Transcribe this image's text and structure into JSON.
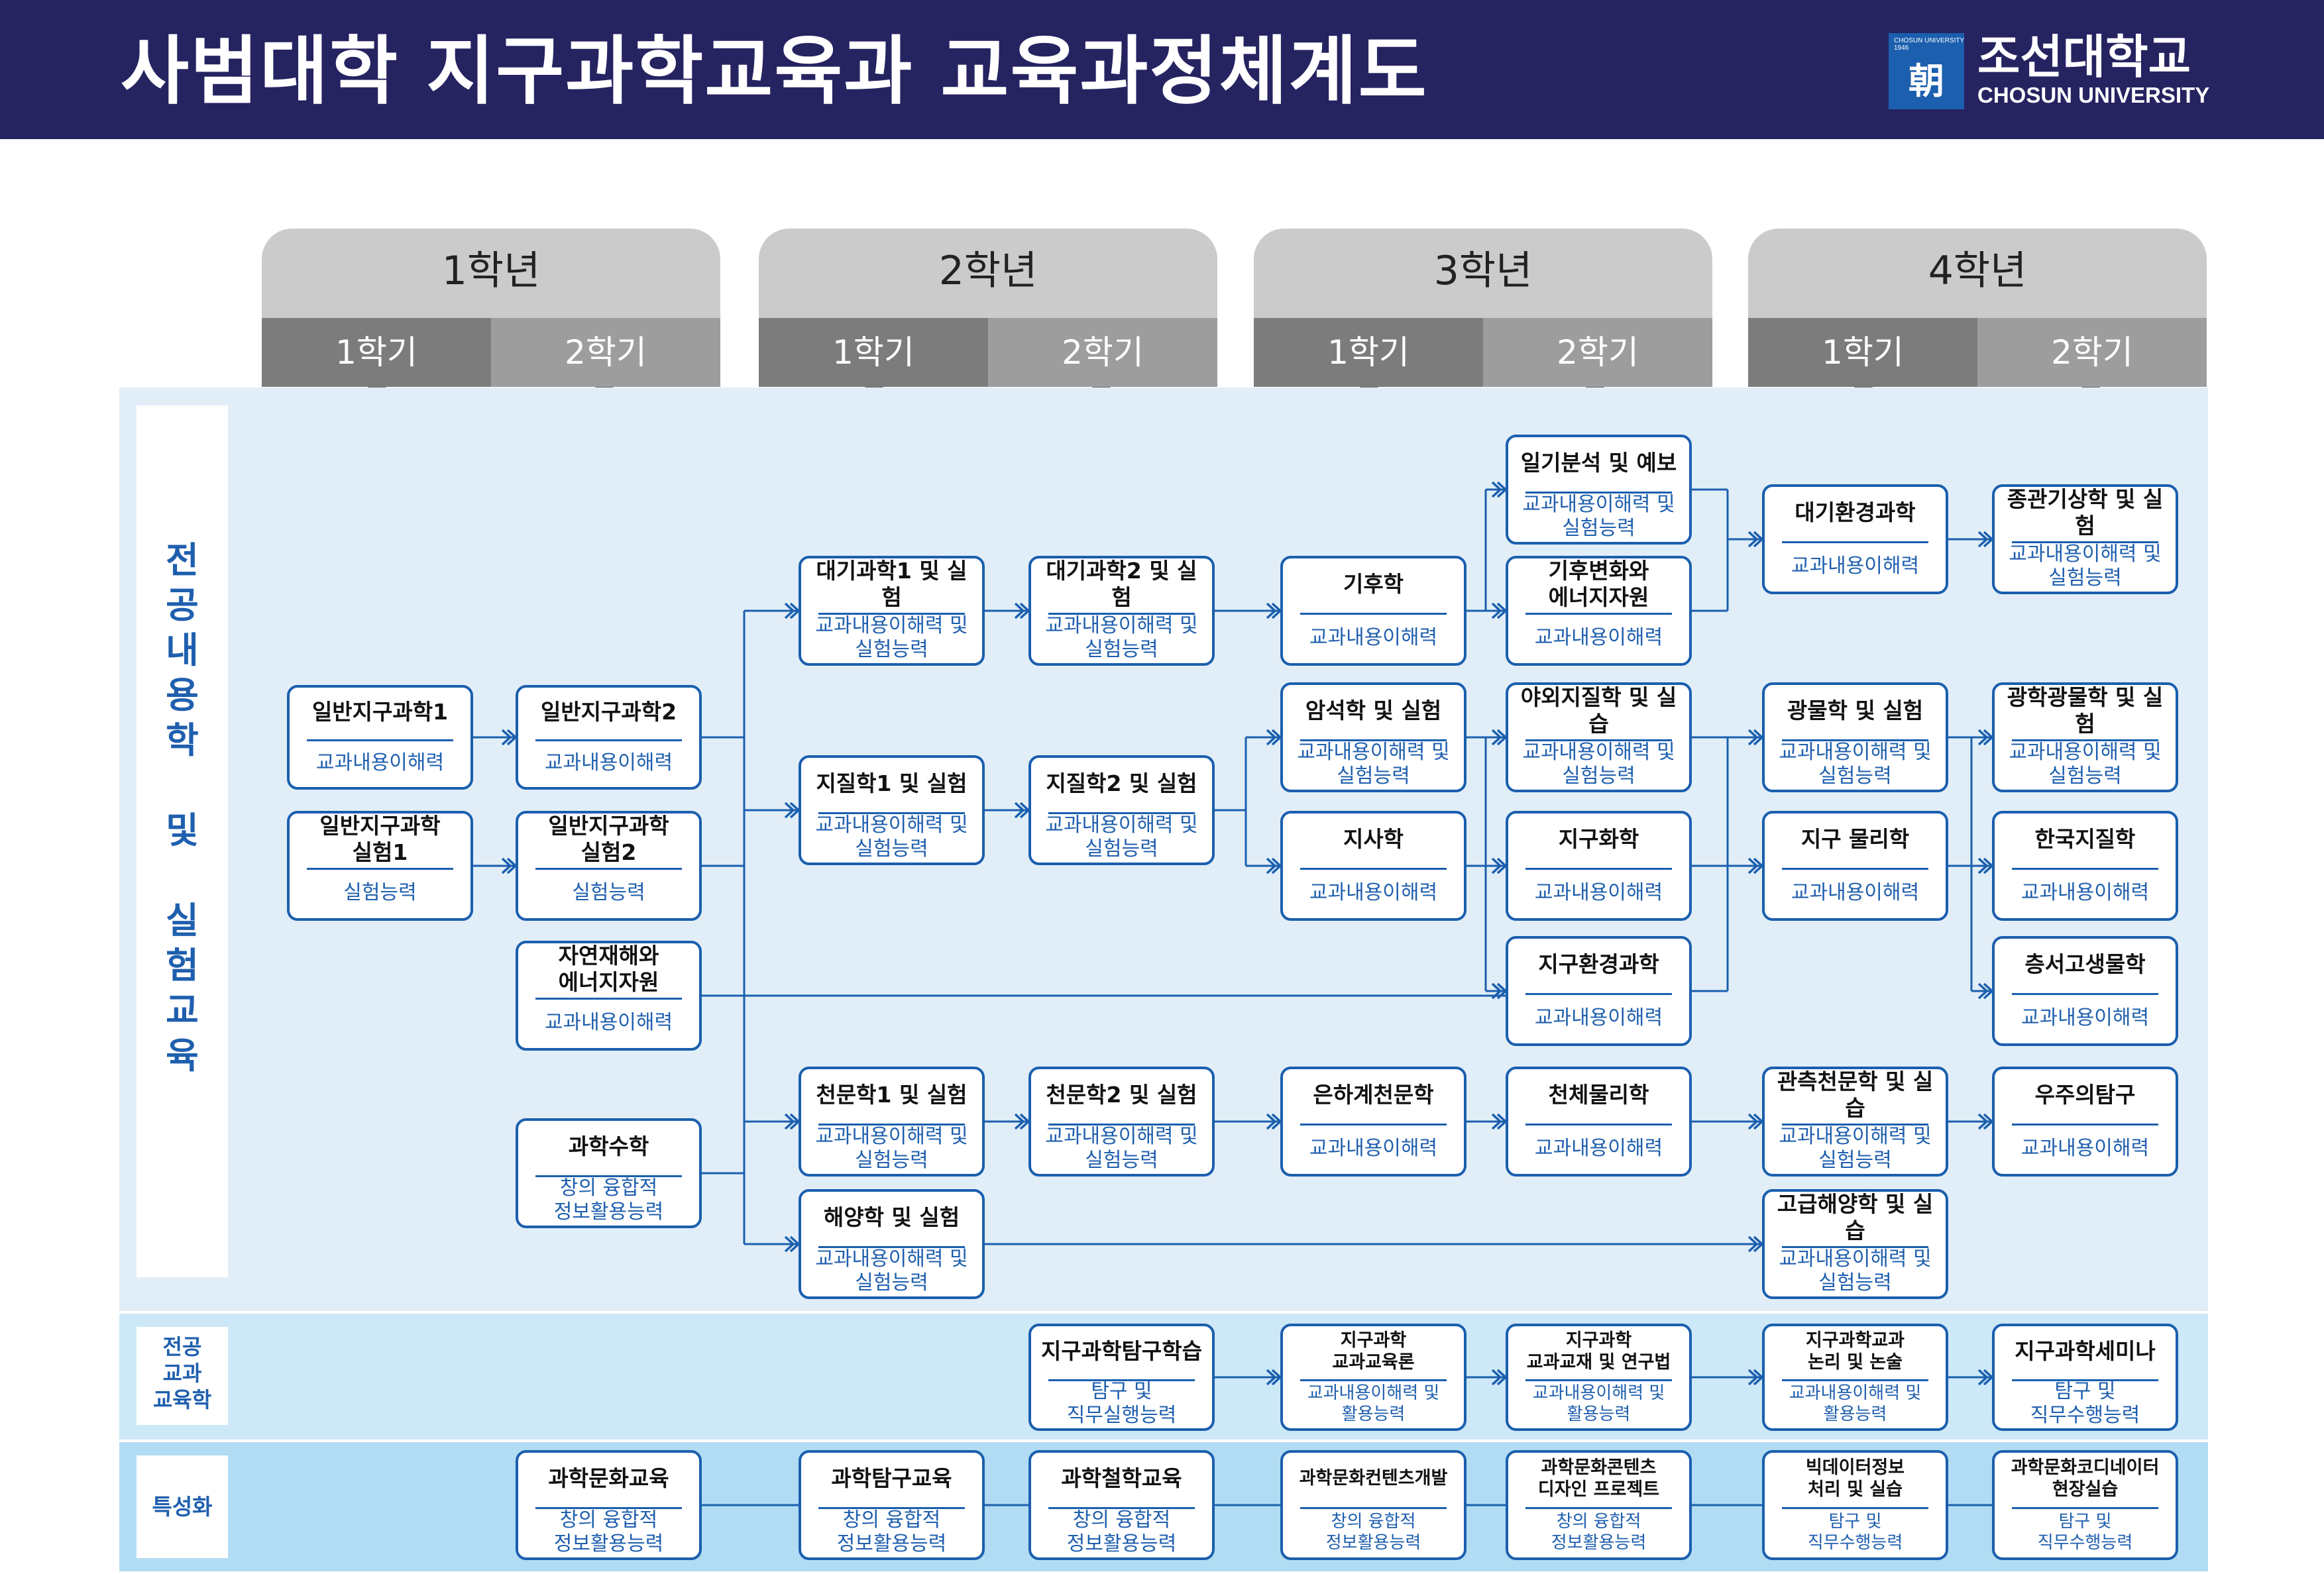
{
  "header": {
    "title": "사범대학 지구과학교육과 교육과정체계도",
    "logo_small": "CHOSUN UNIVERSITY 1946",
    "logo_korean": "조선대학교",
    "logo_english": "CHOSUN UNIVERSITY",
    "brand_color": "#262361",
    "accent_color": "#1b5fae"
  },
  "years": [
    "1학년",
    "2학년",
    "3학년",
    "4학년"
  ],
  "semesters": [
    "1학기",
    "2학기",
    "1학기",
    "2학기",
    "1학기",
    "2학기",
    "1학기",
    "2학기"
  ],
  "rows": {
    "major": "전공내용학 및 실험교육",
    "pedagogy": "전공\n교과\n교육학",
    "special": "특성화"
  },
  "courses": {
    "gen1": {
      "name": "일반지구과학1",
      "competency": "교과내용이해력"
    },
    "gen2": {
      "name": "일반지구과학2",
      "competency": "교과내용이해력"
    },
    "lab1": {
      "name": "일반지구과학\n실험1",
      "competency": "실험능력"
    },
    "lab2": {
      "name": "일반지구과학\n실험2",
      "competency": "실험능력"
    },
    "disaster": {
      "name": "자연재해와\n에너지자원",
      "competency": "교과내용이해력"
    },
    "scimath": {
      "name": "과학수학",
      "competency": "창의 융합적\n정보활용능력"
    },
    "atm1": {
      "name": "대기과학1 및 실험",
      "competency": "교과내용이해력 및\n실험능력"
    },
    "atm2": {
      "name": "대기과학2 및 실험",
      "competency": "교과내용이해력 및\n실험능력"
    },
    "geo1": {
      "name": "지질학1 및 실험",
      "competency": "교과내용이해력 및\n실험능력"
    },
    "geo2": {
      "name": "지질학2 및 실험",
      "competency": "교과내용이해력 및\n실험능력"
    },
    "astro1": {
      "name": "천문학1 및 실험",
      "competency": "교과내용이해력 및\n실험능력"
    },
    "astro2": {
      "name": "천문학2 및 실험",
      "competency": "교과내용이해력 및\n실험능력"
    },
    "ocean": {
      "name": "해양학 및 실험",
      "competency": "교과내용이해력 및\n실험능력"
    },
    "climate": {
      "name": "기후학",
      "competency": "교과내용이해력"
    },
    "rock": {
      "name": "암석학 및 실험",
      "competency": "교과내용이해력 및\n실험능력"
    },
    "history": {
      "name": "지사학",
      "competency": "교과내용이해력"
    },
    "galactic": {
      "name": "은하계천문학",
      "competency": "교과내용이해력"
    },
    "weather": {
      "name": "일기분석 및 예보",
      "competency": "교과내용이해력 및\n실험능력"
    },
    "climatechg": {
      "name": "기후변화와\n에너지자원",
      "competency": "교과내용이해력"
    },
    "field": {
      "name": "야외지질학 및 실습",
      "competency": "교과내용이해력 및\n실험능력"
    },
    "geochem": {
      "name": "지구화학",
      "competency": "교과내용이해력"
    },
    "envsci": {
      "name": "지구환경과학",
      "competency": "교과내용이해력"
    },
    "astrophys": {
      "name": "천체물리학",
      "competency": "교과내용이해력"
    },
    "atmenv": {
      "name": "대기환경과학",
      "competency": "교과내용이해력"
    },
    "mineral": {
      "name": "광물학 및 실험",
      "competency": "교과내용이해력 및\n실험능력"
    },
    "geophys": {
      "name": "지구 물리학",
      "competency": "교과내용이해력"
    },
    "obsastro": {
      "name": "관측천문학 및 실습",
      "competency": "교과내용이해력 및\n실험능력"
    },
    "advocean": {
      "name": "고급해양학 및 실습",
      "competency": "교과내용이해력 및\n실험능력"
    },
    "synoptic": {
      "name": "종관기상학 및 실험",
      "competency": "교과내용이해력 및\n실험능력"
    },
    "optmin": {
      "name": "광학광물학 및 실험",
      "competency": "교과내용이해력 및\n실험능력"
    },
    "korgeo": {
      "name": "한국지질학",
      "competency": "교과내용이해력"
    },
    "paleo": {
      "name": "층서고생물학",
      "competency": "교과내용이해력"
    },
    "space": {
      "name": "우주의탐구",
      "competency": "교과내용이해력"
    },
    "inquiry": {
      "name": "지구과학탐구학습",
      "competency": "탐구 및\n직무실행능력"
    },
    "edutheory": {
      "name": "지구과학\n교과교육론",
      "competency": "교과내용이해력 및\n활용능력"
    },
    "material": {
      "name": "지구과학\n교과교재 및 연구법",
      "competency": "교과내용이해력 및\n활용능력"
    },
    "logic": {
      "name": "지구과학교과\n논리 및 논술",
      "competency": "교과내용이해력 및\n활용능력"
    },
    "seminar": {
      "name": "지구과학세미나",
      "competency": "탐구 및\n직무수행능력"
    },
    "culture": {
      "name": "과학문화교육",
      "competency": "창의 융합적\n정보활용능력"
    },
    "explore": {
      "name": "과학탐구교육",
      "competency": "창의 융합적\n정보활용능력"
    },
    "philo": {
      "name": "과학철학교육",
      "competency": "창의 융합적\n정보활용능력"
    },
    "contents": {
      "name": "과학문화컨텐츠개발",
      "competency": "창의 융합적\n정보활용능력"
    },
    "design": {
      "name": "과학문화콘텐츠\n디자인 프로젝트",
      "competency": "창의 융합적\n정보활용능력"
    },
    "bigdata": {
      "name": "빅데이터정보\n처리 및 실습",
      "competency": "탐구 및\n직무수행능력"
    },
    "coord": {
      "name": "과학문화코디네이터\n현장실습",
      "competency": "탐구 및\n직무수행능력"
    }
  }
}
